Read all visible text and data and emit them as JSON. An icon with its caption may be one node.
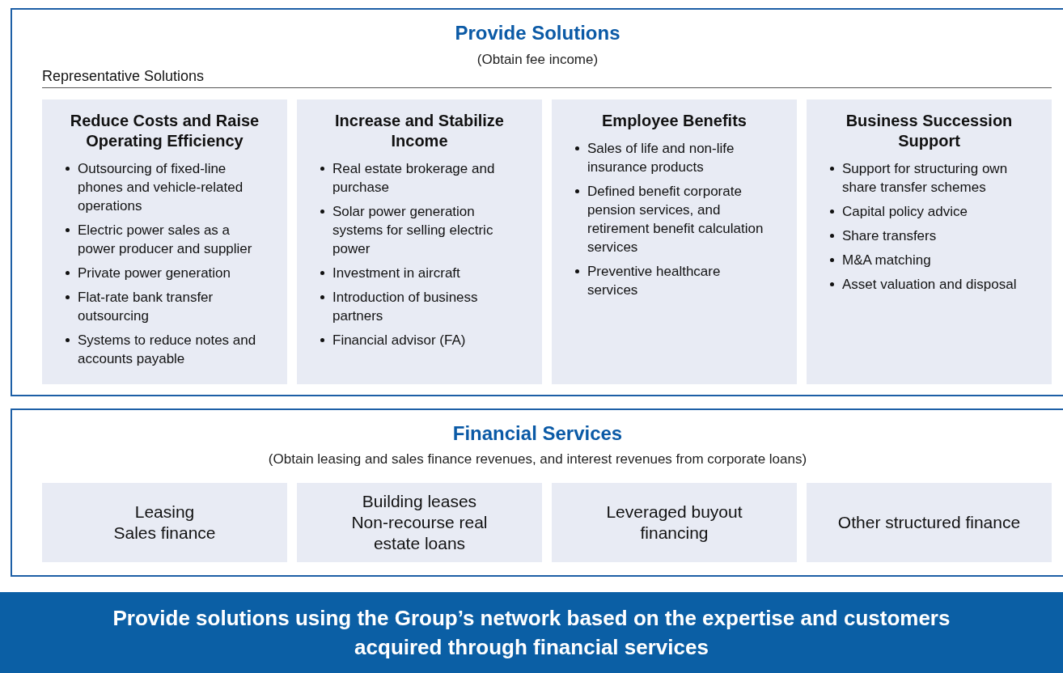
{
  "diagram": {
    "nodes": [
      {
        "text": [
          "Provide Solutions",
          "(Obtain fee income)"
        ]
      },
      {
        "text": [
          "Reduce Costs and Raise Operating Efficiency",
          "Outsourcing of fixed-line phones and vehicle-related operations",
          "Electric power sales as a power producer and supplier",
          "Private power generation",
          "Flat-rate bank transfer outsourcing",
          "Systems to reduce notes and accounts payable"
        ],
        "in": 0
      },
      {
        "text": [
          "Increase and Stabilize Income",
          "Real estate brokerage and purchase",
          "Solar power generation systems for selling electric power",
          "Investment in aircraft",
          "Introduction of business partners",
          "Financial advisor (FA)"
        ],
        "in": 0
      },
      {
        "text": [
          "Employee Benefits",
          "Sales of life and non-life insurance products",
          "Defined benefit corporate pension services, and retirement benefit calculation services",
          "Preventive healthcare services"
        ],
        "in": 0
      },
      {
        "text": [
          "Business Succession Support",
          "Support for structuring own share transfer schemes",
          "Capital policy advice",
          "Share transfers",
          "M&A matching",
          "Asset valuation and disposal"
        ],
        "in": 0
      },
      {
        "text": [
          "Financial Services",
          "(Obtain leasing and sales finance revenues, and interest revenues from corporate loans)"
        ]
      },
      {
        "text": [
          "Leasing",
          "Sales finance"
        ],
        "in": 5
      },
      {
        "text": [
          "Building leases",
          "Non-recourse real estate loans"
        ],
        "in": 5
      },
      {
        "text": [
          "Leveraged buyout financing"
        ],
        "in": 5
      },
      {
        "text": [
          "Other structured finance"
        ],
        "in": 5
      },
      {
        "text": [
          "Provide solutions using the Group’s network based on the expertise and customers acquired through financial services"
        ]
      }
    ],
    "edges": [],
    "labels": [
      "Representative Solutions"
    ]
  }
}
